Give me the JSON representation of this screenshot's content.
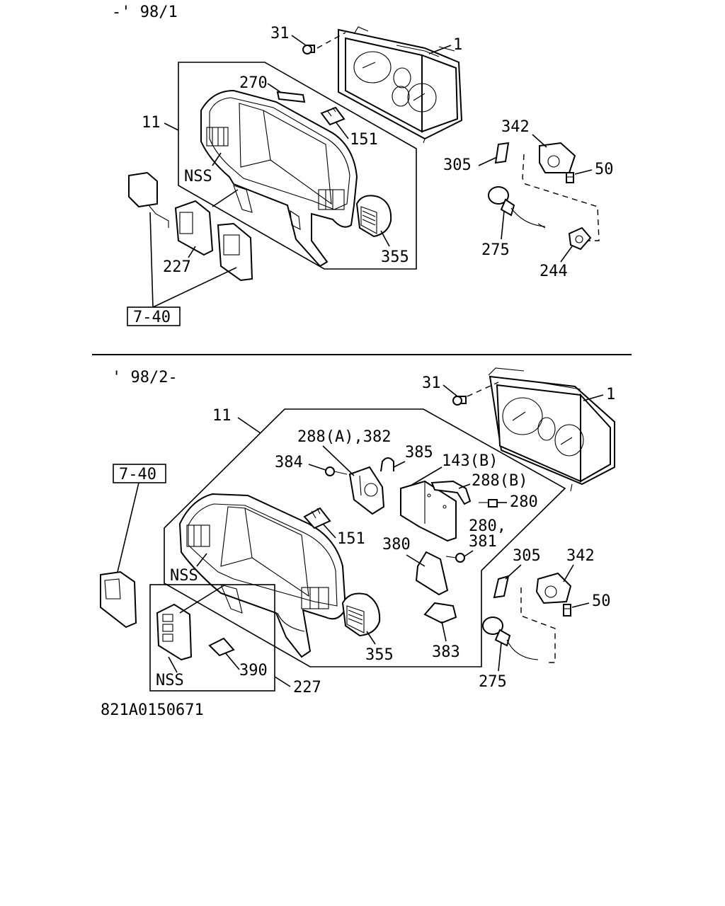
{
  "upper": {
    "period": "-' 98/1",
    "labels": {
      "p31": "31",
      "p1": "1",
      "p270": "270",
      "p11": "11",
      "p151": "151",
      "pNSS": "NSS",
      "p227": "227",
      "p355": "355",
      "p342": "342",
      "p305": "305",
      "p50": "50",
      "p275": "275",
      "p244": "244"
    },
    "ref_box": "7-40"
  },
  "lower": {
    "period": "' 98/2-",
    "labels": {
      "p31": "31",
      "p1": "1",
      "p11": "11",
      "p288a": "288(A),382",
      "p385": "385",
      "p384": "384",
      "p143b": "143(B)",
      "p288b": "288(B)",
      "p280": "280",
      "p280b": "280,",
      "p381": "381",
      "p151": "151",
      "p380": "380",
      "p305": "305",
      "p342": "342",
      "pNSS1": "NSS",
      "p50": "50",
      "p355": "355",
      "p383": "383",
      "p390": "390",
      "pNSS2": "NSS",
      "p227": "227",
      "p275": "275"
    },
    "ref_box": "7-40"
  },
  "drawing_number": "821A0150671"
}
